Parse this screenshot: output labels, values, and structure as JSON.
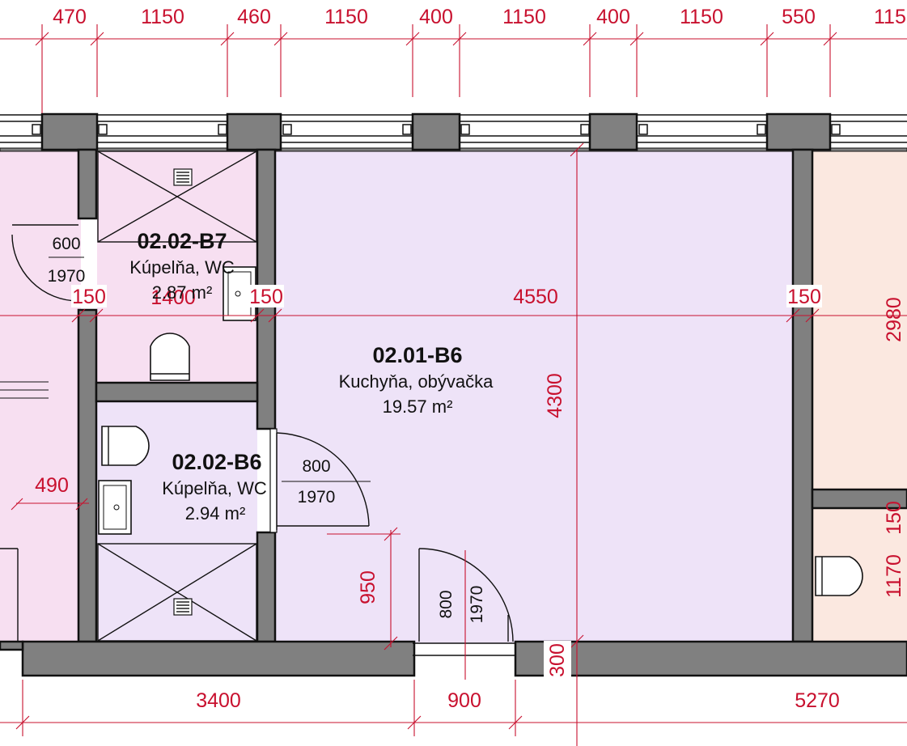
{
  "colors": {
    "dimension": "#c8102e",
    "wall": "#808080",
    "room_pink": "#f7dff1",
    "room_lavender": "#eee3f8",
    "room_peach": "#fbe8e0"
  },
  "top_dimensions": [
    "470",
    "1150",
    "460",
    "1150",
    "400",
    "1150",
    "400",
    "1150",
    "550",
    "115"
  ],
  "bottom_dimensions": [
    "3400",
    "900",
    "5270"
  ],
  "interior_dimensions": {
    "wall_left": "150",
    "wall_mid": "150",
    "span_main": "4550",
    "wall_right": "150",
    "hidden_width": "1400",
    "height_main": "4300",
    "right_2980": "2980",
    "right_150": "150",
    "right_1170": "1170",
    "left_490": "490",
    "sill_950": "950",
    "bottom_300": "300"
  },
  "rooms": {
    "b7": {
      "id": "02.02-B7",
      "name": "Kúpelňa, WC",
      "area": "2.87 m²"
    },
    "b6_main": {
      "id": "02.01-B6",
      "name": "Kuchyňa, obývačka",
      "area": "19.57 m²"
    },
    "b6_bath": {
      "id": "02.02-B6",
      "name": "Kúpelňa, WC",
      "area": "2.94 m²"
    }
  },
  "doors": {
    "left": {
      "width": "600",
      "height": "1970"
    },
    "bath": {
      "width": "800",
      "height": "1970"
    },
    "entrance": {
      "width": "800",
      "height": "1970"
    }
  }
}
